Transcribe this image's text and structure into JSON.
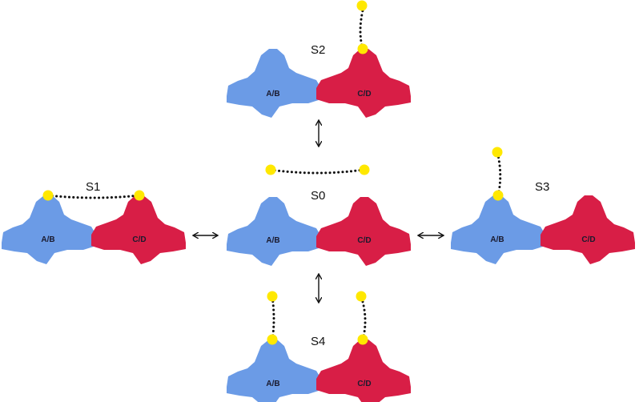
{
  "states": {
    "s0": {
      "label": "S0",
      "left_lobe": "A/B",
      "right_lobe": "C/D"
    },
    "s1": {
      "label": "S1",
      "left_lobe": "A/B",
      "right_lobe": "C/D"
    },
    "s2": {
      "label": "S2",
      "left_lobe": "A/B",
      "right_lobe": "C/D"
    },
    "s3": {
      "label": "S3",
      "left_lobe": "A/B",
      "right_lobe": "C/D"
    },
    "s4": {
      "label": "S4",
      "left_lobe": "A/B",
      "right_lobe": "C/D"
    }
  },
  "colors": {
    "lobe_ab": "#6b9be6",
    "lobe_cd": "#d81e46",
    "label_anchor": "#ffe800",
    "linker": "#111111"
  },
  "transitions": [
    {
      "from": "S0",
      "to": "S2"
    },
    {
      "from": "S0",
      "to": "S1"
    },
    {
      "from": "S0",
      "to": "S3"
    },
    {
      "from": "S0",
      "to": "S4"
    }
  ]
}
